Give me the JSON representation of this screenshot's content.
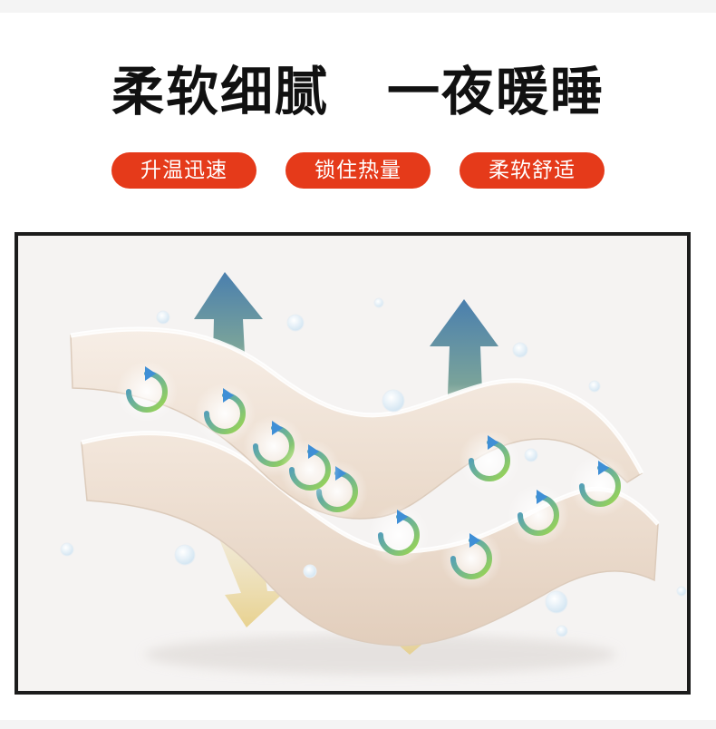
{
  "headline": {
    "left": "柔软细腻",
    "right": "一夜暖睡"
  },
  "badges": [
    {
      "label": "升温迅速"
    },
    {
      "label": "锁住热量"
    },
    {
      "label": "柔软舒适"
    }
  ],
  "colors": {
    "badge_bg": "#e53a1a",
    "badge_text": "#ffffff",
    "headline_text": "#111111",
    "frame_border": "#1c1c1c",
    "fabric": "#efe3d7",
    "arrow_top": "#4a86b8",
    "arrow_bottom": "#b7c98a",
    "swirl_start": "#3f8fd6",
    "swirl_end": "#9ed84e"
  },
  "illustration": {
    "icons": [
      "warm-air-arrow-icon",
      "circulation-swirl-icon",
      "bubble-icon"
    ],
    "up_arrow_count": 2,
    "down_arrow_count": 2,
    "swirl_count": 10
  }
}
